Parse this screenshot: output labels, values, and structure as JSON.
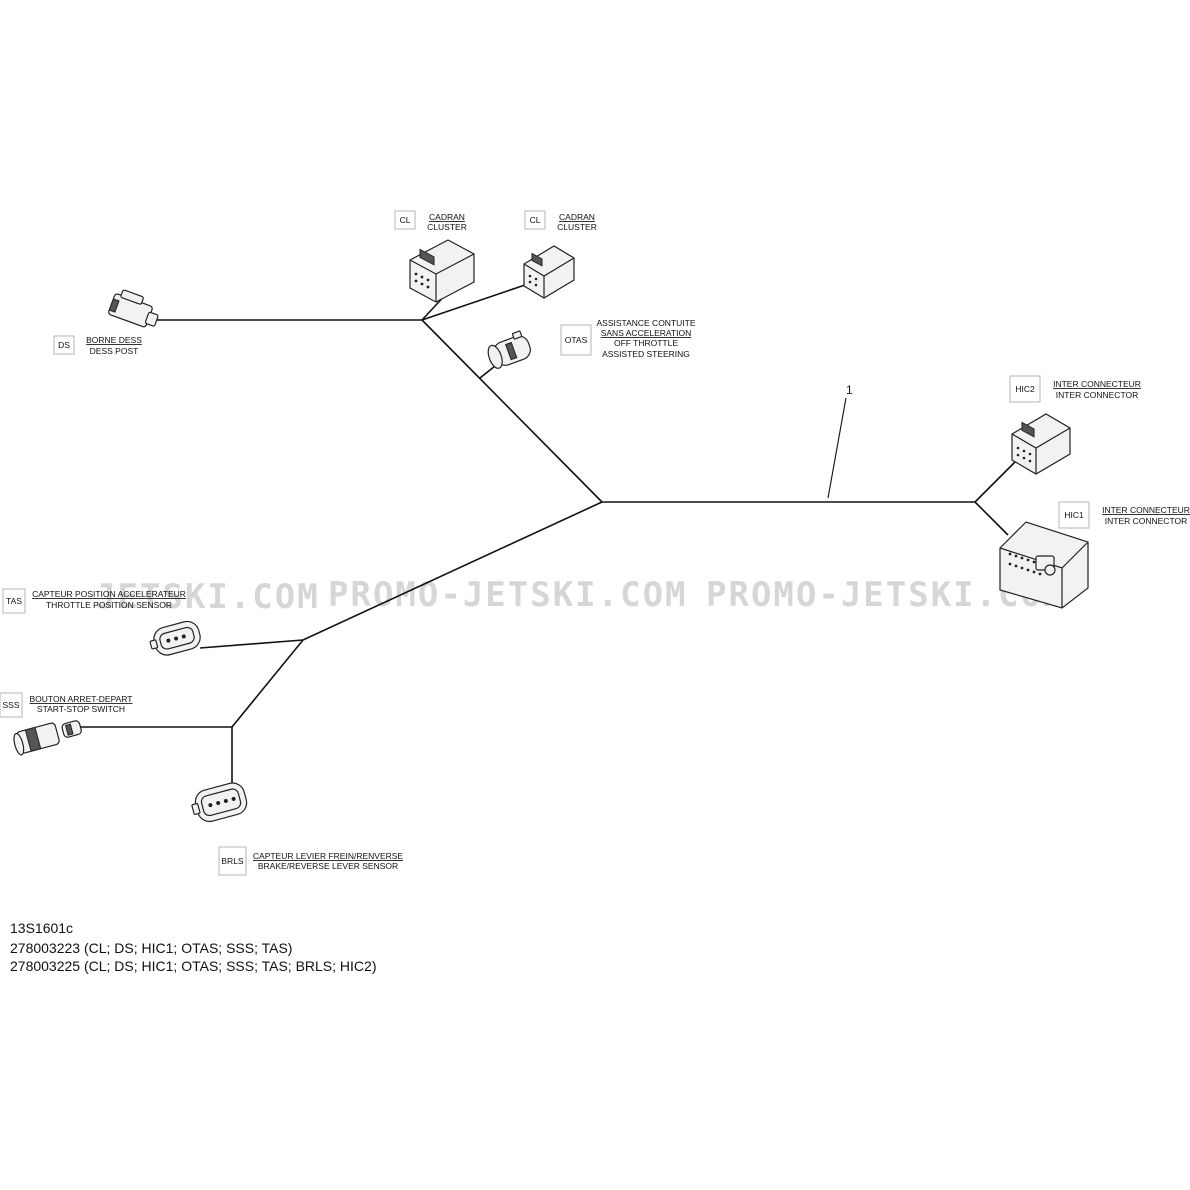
{
  "watermark": {
    "parts": [
      "JETSKI.COM",
      "PROMO-JETSKI.COM",
      "PROMO-JETSKI.COM"
    ]
  },
  "callout": "1",
  "connectors": {
    "cl1": {
      "code": "CL",
      "line1": "CADRAN",
      "line2": "CLUSTER"
    },
    "cl2": {
      "code": "CL",
      "line1": "CADRAN",
      "line2": "CLUSTER"
    },
    "ds": {
      "code": "DS",
      "line1": "BORNE DESS",
      "line2": "DESS POST"
    },
    "otas": {
      "code": "OTAS",
      "line1": "ASSISTANCE CONTUITE",
      "line2": "SANS ACCELERATION",
      "line3": "OFF THROTTLE",
      "line4": "ASSISTED STEERING"
    },
    "hic2": {
      "code": "HIC2",
      "line1": "INTER CONNECTEUR",
      "line2": "INTER CONNECTOR"
    },
    "hic1": {
      "code": "HIC1",
      "line1": "INTER CONNECTEUR",
      "line2": "INTER CONNECTOR"
    },
    "tas": {
      "code": "TAS",
      "line1": "CAPTEUR POSITION ACCELERATEUR",
      "line2": "THROTTLE POSITION SENSOR"
    },
    "sss": {
      "code": "SSS",
      "line1": "BOUTON ARRET-DEPART",
      "line2": "START-STOP SWITCH"
    },
    "brls": {
      "code": "BRLS",
      "line1": "CAPTEUR LEVIER FREIN/RENVERSE",
      "line2": "BRAKE/REVERSE LEVER SENSOR"
    }
  },
  "footer": {
    "diagram_id": "13S1601c",
    "part_1": "278003223 (CL; DS; HIC1; OTAS; SSS; TAS)",
    "part_2": "278003225 (CL; DS; HIC1; OTAS; SSS; TAS; BRLS; HIC2)"
  }
}
